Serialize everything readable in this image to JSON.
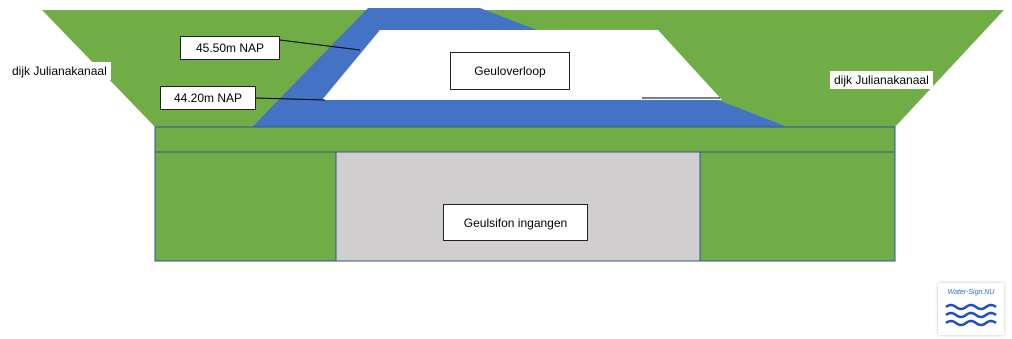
{
  "labels": {
    "dike_left": "dijk Julianakanaal",
    "dike_right": "dijk Julianakanaal",
    "level_top": "45.50m NAP",
    "level_bottom": "44.20m NAP",
    "overflow": "Geuloverloop",
    "siphon": "Geulsifon ingangen"
  },
  "logo": {
    "text": "Water-Sign.NU",
    "icon": "wave-lines-icon"
  },
  "colors": {
    "green": "#70ad47",
    "blue": "#4472c4",
    "gray": "#d0cece",
    "outline": "#2f5597"
  }
}
